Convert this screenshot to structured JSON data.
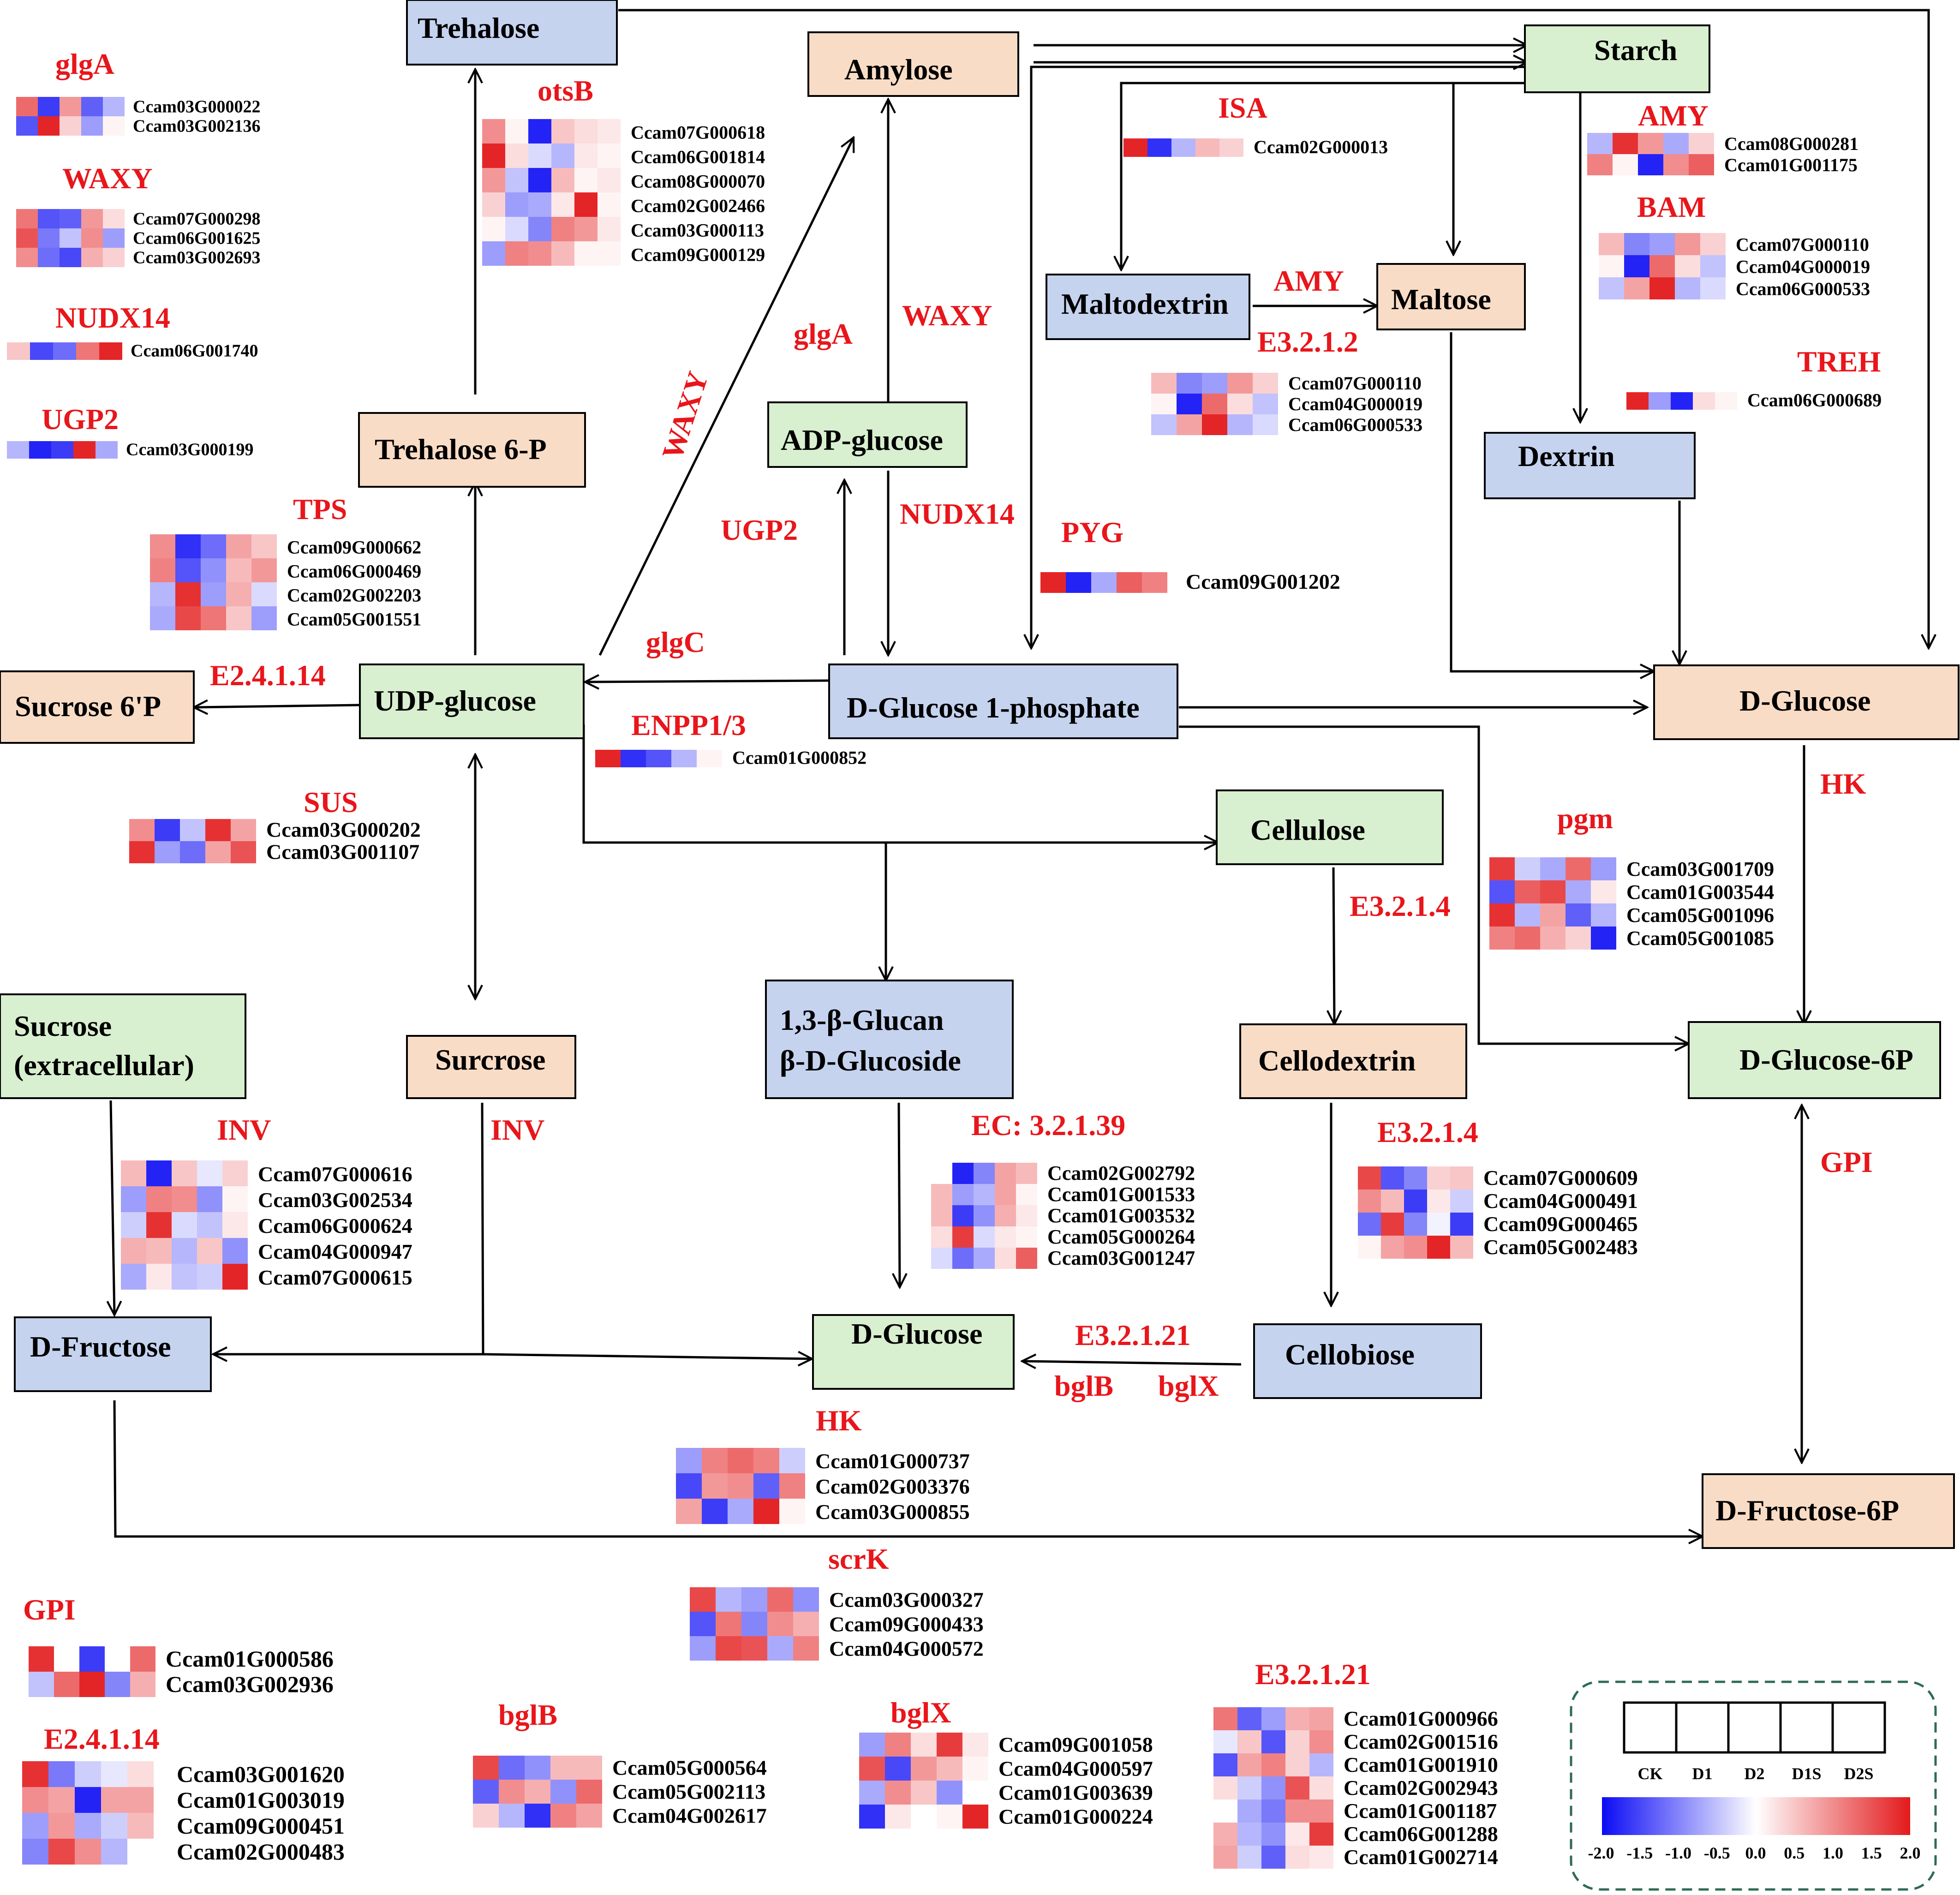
{
  "colors": {
    "green_box": "#d8efd0",
    "blue_box": "#c5d3ef",
    "peach_box": "#f9dcc6",
    "enzyme_text": "#e8161b",
    "arrow": "#000000",
    "scale_low": "#0b0bf5",
    "scale_mid": "#ffffff",
    "scale_high": "#e31a1c",
    "legend_border": "#2e6b57"
  },
  "nodes": {
    "trehalose": "Trehalose",
    "amylose": "Amylose",
    "starch": "Starch",
    "maltodextrin": "Maltodextrin",
    "maltose": "Maltose",
    "dextrin": "Dextrin",
    "trehalose6p": "Trehalose 6-P",
    "adpglucose": "ADP-glucose",
    "sucrose6p": "Sucrose 6'P",
    "udpglucose": "UDP-glucose",
    "glucose1p": "D-Glucose 1-phosphate",
    "dglucose_top": "D-Glucose",
    "cellulose": "Cellulose",
    "glucan_line1": "1,3-β-Glucan",
    "glucan_line2": "β-D-Glucoside",
    "sucrose_ext_line1": "Sucrose",
    "sucrose_ext_line2": "(extracellular)",
    "surcrose": "Surcrose",
    "cellodextrin": "Cellodextrin",
    "dglucose6p": "D-Glucose-6P",
    "dfructose": "D-Fructose",
    "dglucose_mid": "D-Glucose",
    "cellobiose": "Cellobiose",
    "dfructose6p": "D-Fructose-6P"
  },
  "edge_labels": {
    "waxy_diag": "WAXY",
    "glga_mid": "glgA",
    "waxy_mid": "WAXY",
    "ugp2_mid": "UGP2",
    "nudx14_mid": "NUDX14",
    "pyg": "PYG",
    "glgc": "glgC",
    "e24114_mid": "E2.4.1.14",
    "enpp": "ENPP1/3",
    "amy_mid": "AMY",
    "e3212": "E3.2.1.2",
    "isa": "ISA",
    "amy_top": "AMY",
    "bam": "BAM",
    "treh": "TREH",
    "hk_right": "HK",
    "pgm": "pgm",
    "e3214_a": "E3.2.1.4",
    "e3214_b": "E3.2.1.4",
    "gpi_right": "GPI",
    "sus": "SUS",
    "inv_left": "INV",
    "inv_mid": "INV",
    "ec32139": "EC: 3.2.1.39",
    "e32121_mid": "E3.2.1.21",
    "bglb_mid": "bglB",
    "bglx_mid": "bglX",
    "hk_mid": "HK",
    "scrk": "scrK",
    "gpi_left": "GPI",
    "e24114_left": "E2.4.1.14",
    "bglb_bottom": "bglB",
    "bglx_bottom": "bglX",
    "e32121_bottom": "E3.2.1.21",
    "glga_left": "glgA",
    "waxy_left": "WAXY",
    "nudx14_left": "NUDX14",
    "ugp2_left": "UGP2",
    "otsb": "otsB",
    "tps": "TPS"
  },
  "heatmaps": [
    {
      "id": "glgA",
      "genes": [
        "Ccam03G000022",
        "Ccam03G002136"
      ],
      "values": [
        [
          1.3,
          -1.6,
          0.9,
          -1.3,
          -0.6
        ],
        [
          -1.4,
          1.9,
          0.4,
          -0.8,
          0.1
        ]
      ]
    },
    {
      "id": "WAXY",
      "genes": [
        "Ccam07G000298",
        "Ccam06G001625",
        "Ccam03G002693"
      ],
      "values": [
        [
          1.2,
          -1.4,
          -1.3,
          0.9,
          0.3
        ],
        [
          1.5,
          -1.1,
          -0.5,
          1.0,
          -0.8
        ],
        [
          1.0,
          -1.2,
          -1.5,
          0.7,
          0.4
        ]
      ]
    },
    {
      "id": "NUDX14",
      "genes": [
        "Ccam06G001740"
      ],
      "values": [
        [
          0.5,
          -1.5,
          -1.2,
          1.2,
          1.9
        ]
      ]
    },
    {
      "id": "UGP2",
      "genes": [
        "Ccam03G000199"
      ],
      "values": [
        [
          -0.6,
          -1.8,
          -1.6,
          1.9,
          -0.7
        ]
      ]
    },
    {
      "id": "otsB",
      "genes": [
        "Ccam07G000618",
        "Ccam06G001814",
        "Ccam08G000070",
        "Ccam02G002466",
        "Ccam03G000113",
        "Ccam09G000129"
      ],
      "values": [
        [
          1.0,
          0.1,
          -1.8,
          0.5,
          0.3,
          0.2
        ],
        [
          1.9,
          0.3,
          -0.3,
          -0.6,
          0.2,
          0.1
        ],
        [
          0.9,
          -0.5,
          -1.8,
          0.6,
          0.1,
          0.2
        ],
        [
          0.4,
          -0.8,
          -0.7,
          0.2,
          1.9,
          0.1
        ],
        [
          0.1,
          -0.3,
          -1.0,
          1.1,
          0.9,
          0.2
        ],
        [
          -0.8,
          1.1,
          1.0,
          0.6,
          0.1,
          0.1
        ]
      ]
    },
    {
      "id": "TPS",
      "genes": [
        "Ccam09G000662",
        "Ccam06G000469",
        "Ccam02G002203",
        "Ccam05G001551"
      ],
      "values": [
        [
          1.0,
          -1.7,
          -1.2,
          0.8,
          0.5
        ],
        [
          1.1,
          -1.4,
          -0.9,
          0.6,
          0.9
        ],
        [
          -0.6,
          1.8,
          -0.8,
          0.7,
          -0.3
        ],
        [
          -0.7,
          1.6,
          1.2,
          0.5,
          -0.8
        ]
      ]
    },
    {
      "id": "ENPP",
      "genes": [
        "Ccam01G000852"
      ],
      "values": [
        [
          1.9,
          -1.7,
          -1.4,
          -0.6,
          0.1
        ]
      ]
    },
    {
      "id": "ISA",
      "genes": [
        "Ccam02G000013"
      ],
      "values": [
        [
          1.9,
          -1.7,
          -0.6,
          0.6,
          0.4
        ]
      ]
    },
    {
      "id": "AMY_top",
      "genes": [
        "Ccam08G000281",
        "Ccam01G001175"
      ],
      "values": [
        [
          -0.6,
          1.8,
          0.9,
          -0.7,
          0.4
        ],
        [
          1.1,
          0.1,
          -1.8,
          1.0,
          1.4
        ]
      ]
    },
    {
      "id": "BAM",
      "genes": [
        "Ccam07G000110",
        "Ccam04G000019",
        "Ccam06G000533"
      ],
      "values": [
        [
          0.6,
          -1.0,
          -0.8,
          0.9,
          0.4
        ],
        [
          0.1,
          -1.8,
          1.3,
          0.3,
          -0.5
        ],
        [
          -0.5,
          0.8,
          1.9,
          -0.6,
          -0.3
        ]
      ]
    },
    {
      "id": "TREH",
      "genes": [
        "Ccam06G000689"
      ],
      "values": [
        [
          1.9,
          -0.8,
          -1.8,
          0.3,
          0.1
        ]
      ]
    },
    {
      "id": "E3212",
      "genes": [
        "Ccam07G000110",
        "Ccam04G000019",
        "Ccam06G000533"
      ],
      "values": [
        [
          0.6,
          -1.0,
          -0.8,
          0.9,
          0.4
        ],
        [
          0.1,
          -1.8,
          1.3,
          0.3,
          -0.5
        ],
        [
          -0.5,
          0.8,
          1.9,
          -0.6,
          -0.3
        ]
      ]
    },
    {
      "id": "PYG",
      "genes": [
        "Ccam09G001202"
      ],
      "values": [
        [
          1.9,
          -1.8,
          -0.7,
          1.4,
          1.1
        ]
      ]
    },
    {
      "id": "SUS",
      "genes": [
        "Ccam03G000202",
        "Ccam03G001107"
      ],
      "values": [
        [
          1.0,
          -1.6,
          -0.5,
          1.8,
          0.8
        ],
        [
          1.8,
          -0.8,
          -1.2,
          0.8,
          1.5
        ]
      ]
    },
    {
      "id": "pgm",
      "genes": [
        "Ccam03G001709",
        "Ccam01G003544",
        "Ccam05G001096",
        "Ccam05G001085"
      ],
      "values": [
        [
          1.7,
          -0.4,
          -0.7,
          1.3,
          -0.8
        ],
        [
          -1.4,
          1.4,
          1.6,
          -0.7,
          0.2
        ],
        [
          1.8,
          -0.6,
          0.8,
          -1.3,
          -0.6
        ],
        [
          1.1,
          1.3,
          0.7,
          0.4,
          -1.8
        ]
      ]
    },
    {
      "id": "INV",
      "genes": [
        "Ccam07G000616",
        "Ccam03G002534",
        "Ccam06G000624",
        "Ccam04G000947",
        "Ccam07G000615"
      ],
      "values": [
        [
          0.6,
          -1.8,
          0.5,
          -0.2,
          0.4
        ],
        [
          -0.8,
          1.1,
          1.0,
          -0.9,
          0.1
        ],
        [
          -0.4,
          1.8,
          -0.3,
          -0.5,
          0.2
        ],
        [
          0.7,
          0.6,
          -0.6,
          0.5,
          -0.9
        ],
        [
          -0.7,
          0.2,
          -0.5,
          -0.4,
          1.9
        ]
      ]
    },
    {
      "id": "EC32139",
      "genes": [
        "Ccam02G002792",
        "Ccam01G001533",
        "Ccam01G003532",
        "Ccam05G000264",
        "Ccam03G001247"
      ],
      "values": [
        [
          0.0,
          -1.8,
          -1.0,
          0.8,
          0.6
        ],
        [
          0.6,
          -0.8,
          -0.6,
          0.8,
          0.1
        ],
        [
          0.6,
          -1.6,
          -0.9,
          0.7,
          0.2
        ],
        [
          0.3,
          1.7,
          -0.3,
          0.2,
          0.1
        ],
        [
          -0.3,
          -1.2,
          -0.7,
          0.3,
          1.4
        ]
      ]
    },
    {
      "id": "E3214",
      "genes": [
        "Ccam07G000609",
        "Ccam04G000491",
        "Ccam09G000465",
        "Ccam05G002483"
      ],
      "values": [
        [
          1.6,
          -1.4,
          -1.0,
          0.4,
          0.5
        ],
        [
          1.0,
          0.6,
          -1.6,
          0.2,
          -0.4
        ],
        [
          -1.2,
          1.7,
          -1.0,
          -0.1,
          -1.6
        ],
        [
          0.1,
          0.8,
          1.0,
          1.9,
          0.6
        ]
      ]
    },
    {
      "id": "HK",
      "genes": [
        "Ccam01G000737",
        "Ccam02G003376",
        "Ccam03G000855"
      ],
      "values": [
        [
          -0.8,
          1.1,
          1.3,
          1.1,
          -0.4
        ],
        [
          -1.5,
          0.9,
          1.0,
          -1.3,
          1.1
        ],
        [
          0.8,
          -1.6,
          -0.7,
          1.9,
          0.1
        ]
      ]
    },
    {
      "id": "scrK",
      "genes": [
        "Ccam03G000327",
        "Ccam09G000433",
        "Ccam04G000572"
      ],
      "values": [
        [
          1.6,
          -0.6,
          -0.8,
          1.3,
          -0.9
        ],
        [
          -1.4,
          1.2,
          -1.0,
          1.0,
          0.7
        ],
        [
          -0.8,
          1.6,
          1.5,
          -0.7,
          1.1
        ]
      ]
    },
    {
      "id": "GPI",
      "genes": [
        "Ccam01G000586",
        "Ccam03G002936"
      ],
      "values": [
        [
          1.8,
          0.0,
          -1.6,
          0.0,
          1.3
        ],
        [
          -0.5,
          1.3,
          1.9,
          -1.0,
          0.7
        ]
      ]
    },
    {
      "id": "E24114",
      "genes": [
        "Ccam03G001620",
        "Ccam01G003019",
        "Ccam09G000451",
        "Ccam02G000483"
      ],
      "values": [
        [
          1.8,
          -1.1,
          -0.4,
          -0.2,
          0.3
        ],
        [
          1.0,
          0.8,
          -1.8,
          0.8,
          0.8
        ],
        [
          -0.8,
          0.9,
          -0.7,
          -0.4,
          0.6
        ],
        [
          -1.0,
          1.6,
          1.0,
          -0.6,
          0.0
        ]
      ]
    },
    {
      "id": "bglB",
      "genes": [
        "Ccam05G000564",
        "Ccam05G002113",
        "Ccam04G002617"
      ],
      "values": [
        [
          1.6,
          -1.2,
          -0.9,
          0.6,
          0.6
        ],
        [
          -1.3,
          1.0,
          0.7,
          -0.9,
          1.3
        ],
        [
          0.4,
          -0.6,
          -1.7,
          1.1,
          0.8
        ]
      ]
    },
    {
      "id": "bglX",
      "genes": [
        "Ccam09G001058",
        "Ccam04G000597",
        "Ccam01G003639",
        "Ccam01G000224"
      ],
      "values": [
        [
          -0.8,
          1.1,
          0.3,
          1.7,
          0.2
        ],
        [
          1.5,
          -1.5,
          0.9,
          0.6,
          0.1
        ],
        [
          -0.7,
          1.0,
          0.5,
          -0.9,
          0.0
        ],
        [
          -1.7,
          0.2,
          0.0,
          0.1,
          1.9
        ]
      ]
    },
    {
      "id": "E32121",
      "genes": [
        "Ccam01G000966",
        "Ccam02G001516",
        "Ccam01G001910",
        "Ccam02G002943",
        "Ccam01G001187",
        "Ccam06G001288",
        "Ccam01G002714"
      ],
      "values": [
        [
          1.2,
          -1.3,
          -0.8,
          0.7,
          0.8
        ],
        [
          -0.2,
          0.5,
          -1.4,
          0.4,
          1.0
        ],
        [
          -1.4,
          0.8,
          1.1,
          0.4,
          -0.6
        ],
        [
          0.3,
          -0.4,
          -0.9,
          1.5,
          0.3
        ],
        [
          0.0,
          -0.7,
          -1.1,
          1.0,
          1.0
        ],
        [
          0.7,
          -0.6,
          -0.9,
          0.2,
          1.7
        ],
        [
          0.8,
          -0.4,
          -1.3,
          0.3,
          0.2
        ]
      ]
    }
  ],
  "legend": {
    "columns": [
      "CK",
      "D1",
      "D2",
      "D1S",
      "D2S"
    ],
    "scale_ticks": [
      "-2.0",
      "-1.5",
      "-1.0",
      "-0.5",
      "0.0",
      "0.5",
      "1.0",
      "1.5",
      "2.0"
    ]
  }
}
